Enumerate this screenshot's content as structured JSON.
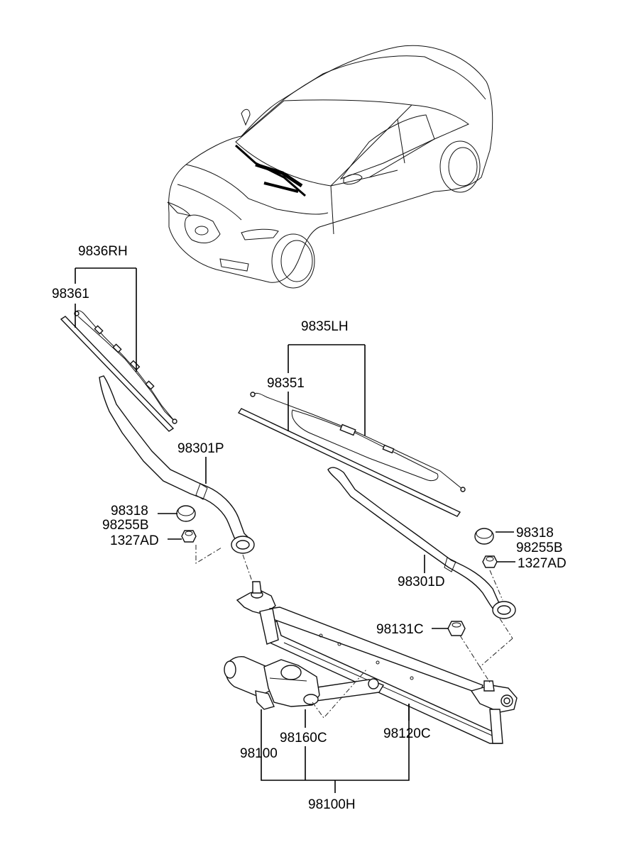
{
  "labels": {
    "p9836rh": "9836RH",
    "p98361": "98361",
    "p9835lh": "9835LH",
    "p98351": "98351",
    "p98301p": "98301P",
    "p98318_left": "98318",
    "p98255b_left": "98255B",
    "p1327ad_left": "1327AD",
    "p98318_right": "98318",
    "p98255b_right": "98255B",
    "p1327ad_right": "1327AD",
    "p98301d": "98301D",
    "p98131c": "98131C",
    "p98160c": "98160C",
    "p98120c": "98120C",
    "p98100": "98100",
    "p98100h": "98100H"
  }
}
